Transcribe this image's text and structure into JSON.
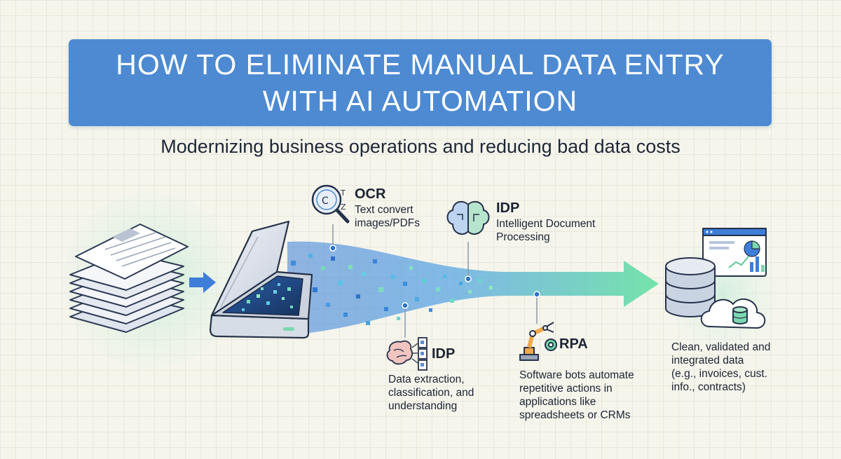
{
  "header": {
    "title_line1": "HOW TO ELIMINATE MANUAL DATA ENTRY",
    "title_line2": "WITH AI AUTOMATION",
    "subtitle": "Modernizing business operations and reducing bad data costs"
  },
  "stages": {
    "ocr": {
      "title": "OCR",
      "lines": [
        "Text convert",
        "images/PDFs"
      ]
    },
    "idp_top": {
      "title": "IDP",
      "lines": [
        "Intelligent Document",
        "Processing"
      ]
    },
    "idp_bottom": {
      "title": "IDP",
      "lines": [
        "Data extraction,",
        "classification, and",
        "understanding"
      ]
    },
    "rpa": {
      "title": "RPA",
      "lines": [
        "Software bots automate",
        "repetitive actions in",
        "applications like",
        "spreadsheets or CRMs"
      ]
    },
    "output": {
      "lines": [
        "Clean, validated and",
        "integrated data",
        "(e.g., invoices, cust.",
        "info., contracts)"
      ]
    }
  },
  "icons": {
    "documents": "paper-stack-icon",
    "scanner": "flatbed-scanner-icon",
    "ocr": "magnifier-ocr-icon",
    "idp_top": "brain-circuit-icon",
    "idp_bottom": "brain-documents-icon",
    "rpa": "robot-arm-gear-icon",
    "output": "database-cloud-dashboard-icon"
  },
  "colors": {
    "banner": "#4d8ad2",
    "flow_start": "#3e7ed8",
    "flow_end": "#6ee3a6",
    "accent_green": "#5ccf98",
    "background": "#f5f5ec"
  }
}
